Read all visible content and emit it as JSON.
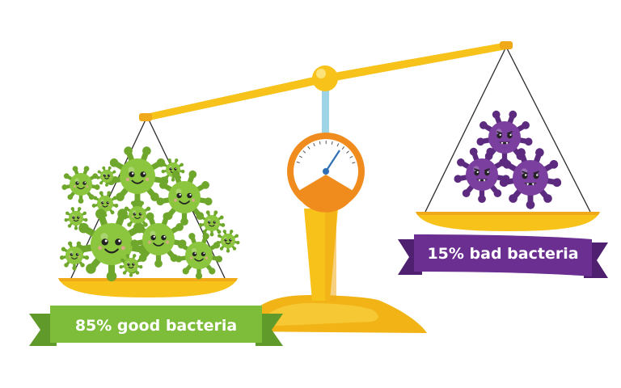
{
  "good": {
    "label": "85% good bacteria",
    "count": 15,
    "color": "#8cc63f",
    "ribbon_color": "#7dbd3a"
  },
  "bad": {
    "label": "15% bad bacteria",
    "count": 3,
    "color": "#7b3fa0",
    "ribbon_color": "#6b2f91"
  },
  "scale": {
    "color": "#f7c21a",
    "dial_color": "#f08c1e",
    "needle_color": "#2e6fb5",
    "stem_color": "#9fd4e6"
  }
}
